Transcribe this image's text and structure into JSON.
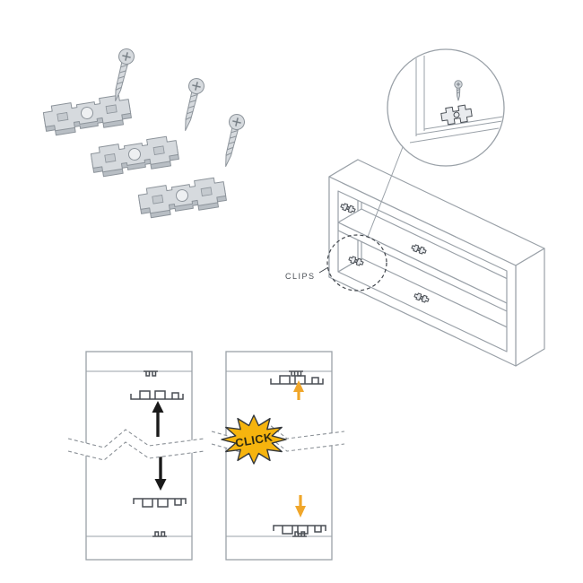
{
  "figure": {
    "detail_label": "CLIPS",
    "click_label": "CLICK",
    "parts": {
      "clip_count": 3,
      "screw_count": 3
    },
    "steps": {
      "panel_count": 2
    }
  },
  "colors": {
    "line": "#9aa1a8",
    "part_fill": "#d6dade",
    "part_shadow": "#b8bec4",
    "part_stroke": "#8d949b",
    "detail_stroke": "#4a4f55",
    "arrow_black": "#1a1a1a",
    "accent_yellow": "#f6b40e",
    "arrow_yellow": "#f0a62a",
    "label": "#4a4f55"
  }
}
